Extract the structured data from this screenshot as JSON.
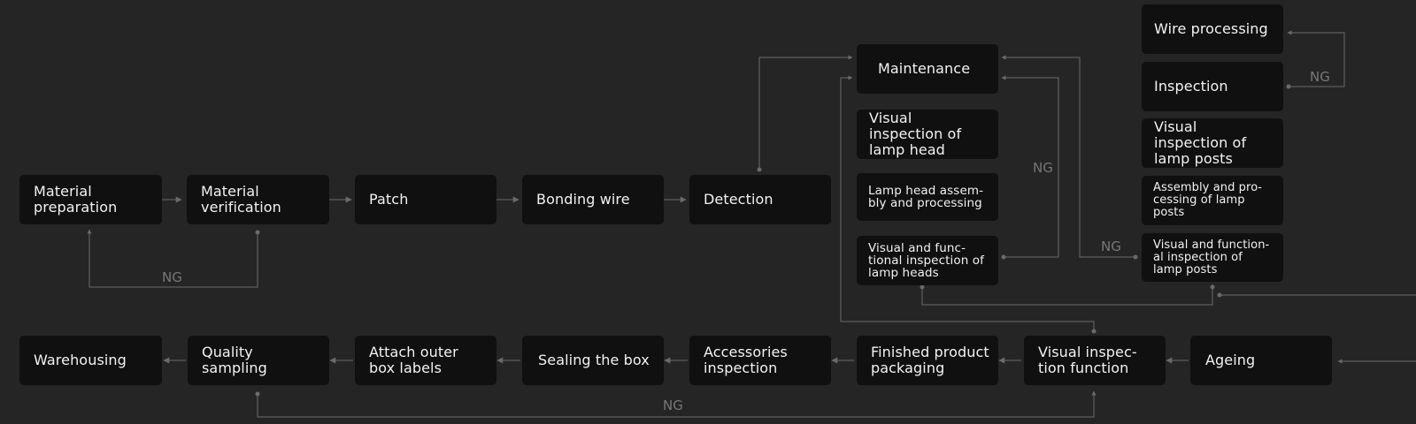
{
  "nodes": {
    "material_preparation": "Material preparation",
    "material_verification": "Material verification",
    "patch": "Patch",
    "bonding_wire": "Bonding wire",
    "detection": "Detection",
    "maintenance": "Maintenance",
    "visual_inspection_lamp_head": "Visual inspection of lamp head",
    "lamp_head_assembly": "Lamp head assem­bly and processing",
    "visual_functional_lamp_heads": "Visual and func­tional inspection of lamp heads",
    "wire_processing": "Wire processing",
    "inspection": "Inspection",
    "visual_inspection_lamp_posts": "Visual inspection of lamp posts",
    "assembly_lamp_posts": "Assembly and pro­cessing of lamp posts",
    "visual_functional_lamp_posts": "Visual and function­al inspection of lamp posts",
    "ageing": "Ageing",
    "visual_inspection_function": "Visual inspec­tion function",
    "finished_product_packaging": "Finished product packaging",
    "accessories_inspection": "Accessories inspection",
    "sealing_the_box": "Sealing the box",
    "attach_outer_box_labels": "Attach outer box labels",
    "quality_sampling": "Quality sampling",
    "warehousing": "Warehousing"
  },
  "ng_labels": {
    "material": "NG",
    "lamp_heads": "NG",
    "lamp_posts": "NG",
    "wire": "NG",
    "quality": "NG"
  },
  "colors": {
    "background": "#252525",
    "node_fill": "#101010",
    "node_text": "#f2f2f2",
    "connector": "#6a6a6a",
    "ng_text": "#777777"
  }
}
